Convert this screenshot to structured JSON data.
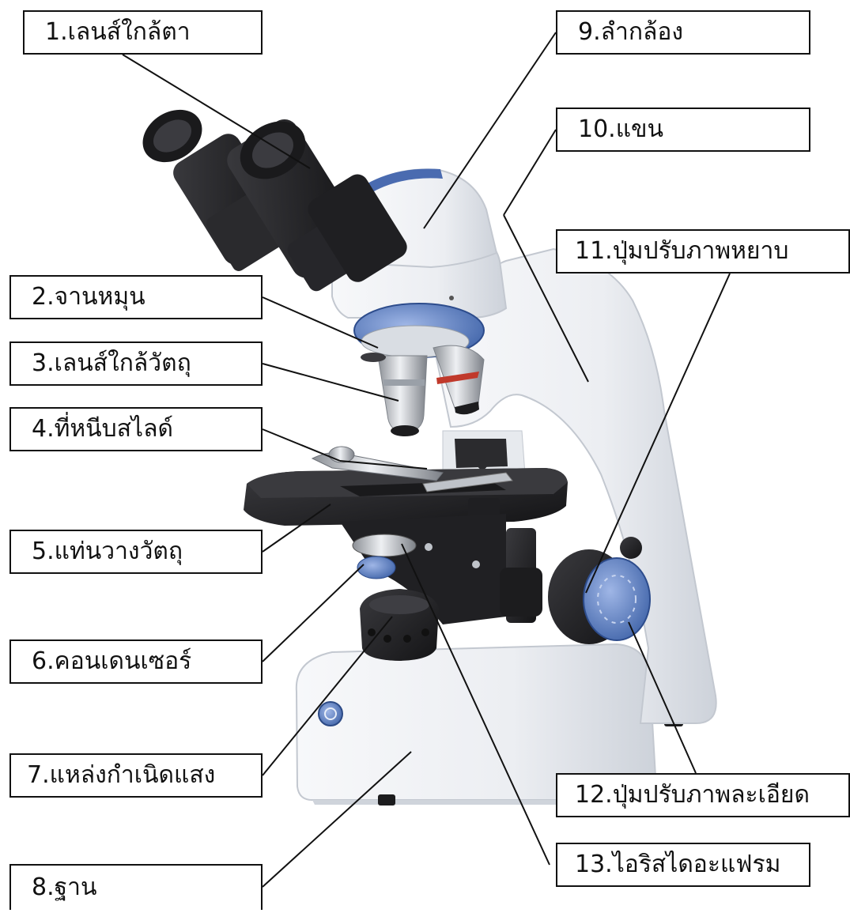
{
  "labels": [
    {
      "id": "1",
      "text": "1.เลนส์ใกล้ตา"
    },
    {
      "id": "2",
      "text": "2.จานหมุน"
    },
    {
      "id": "3",
      "text": "3.เลนส์ใกล้วัตถุ"
    },
    {
      "id": "4",
      "text": "4.ที่หนีบสไลด์"
    },
    {
      "id": "5",
      "text": "5.แท่นวางวัตถุ"
    },
    {
      "id": "6",
      "text": "6.คอนเดนเซอร์"
    },
    {
      "id": "7",
      "text": "7.แหล่งกำเนิดแสง"
    },
    {
      "id": "8",
      "text": "8.ฐาน"
    },
    {
      "id": "9",
      "text": "9.ลำกล้อง"
    },
    {
      "id": "10",
      "text": "10.แขน"
    },
    {
      "id": "11",
      "text": "11.ปุ่มปรับภาพหยาบ"
    },
    {
      "id": "12",
      "text": "12.ปุ่มปรับภาพละเอียด"
    },
    {
      "id": "13",
      "text": "13.ไอริสไดอะแฟรม"
    }
  ],
  "colors": {
    "body_white": "#eef0f3",
    "body_shadow": "#c9ced6",
    "accent_blue": "#5b7fc0",
    "black_parts": "#1c1c1e",
    "stage_black": "#2a2a2d",
    "chrome": "#c4c8ce",
    "line": "#111111"
  }
}
